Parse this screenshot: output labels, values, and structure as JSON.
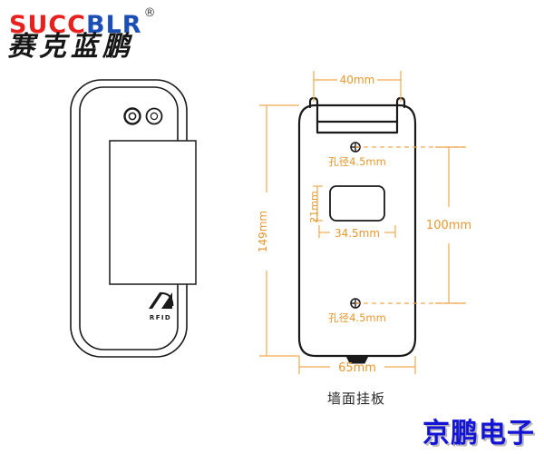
{
  "brand": {
    "latin_red": "SUCC",
    "latin_blue": "BLR",
    "registered_mark": "®",
    "chinese": "赛克蓝鹏"
  },
  "device": {
    "name": "face-recognition-terminal",
    "rfid_label": "RFID",
    "lens_count": 2
  },
  "plate": {
    "caption": "墙面挂板",
    "dimensions": {
      "top_width": "40mm",
      "total_height": "149mm",
      "bottom_width": "65mm",
      "hole_spacing": "100mm",
      "window_height": "21mm",
      "window_width": "34.5mm",
      "hole_diameter_top": "孔径4.5mm",
      "hole_diameter_bottom": "孔径4.5mm"
    }
  },
  "watermark": {
    "text": "京鹏电子"
  },
  "colors": {
    "brand_red": "#e8201e",
    "brand_blue": "#1b4fb5",
    "dimension_orange": "#f0a950",
    "outline_black": "#1a1a1a",
    "watermark_blue": "#1414d6"
  }
}
